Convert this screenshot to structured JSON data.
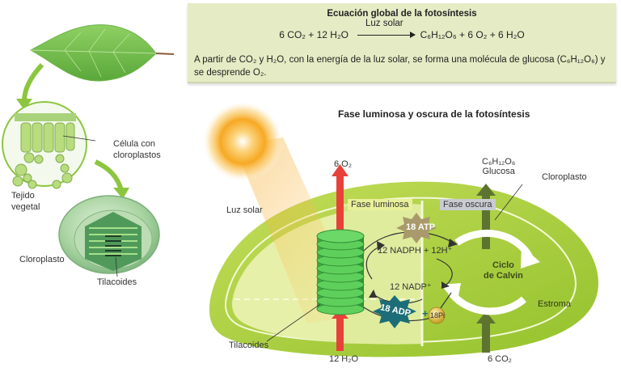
{
  "equation_box": {
    "title": "Ecuación global de la fotosíntesis",
    "reactants": "6 CO₂ + 12 H₂O",
    "arrow_label": "Luz solar",
    "products": "C₆H₁₂O₆ + 6 O₂ + 6 H₂O",
    "description_line1": "A partir de CO₂ y H₂O, con la energía de la luz solar, se forma una molécula de glucosa (C₆H₁₂O₆) y",
    "description_line2": "se desprende O₂.",
    "background_color": "#e5ecc5"
  },
  "left_panel": {
    "labels": {
      "cell": "Célula con",
      "cell2": "cloroplastos",
      "tissue": "Tejido",
      "tissue2": "vegetal",
      "chloroplast": "Cloroplasto",
      "thylakoids": "Tilacoides"
    }
  },
  "main_diagram": {
    "title": "Fase luminosa y oscura de la fotosíntesis",
    "labels": {
      "sunlight": "Luz solar",
      "oxygen_out": "6 O₂",
      "water_in": "12 H₂O",
      "glucose_formula": "C₆H₁₂O₆",
      "glucose": "Glucosa",
      "co2_in": "6 CO₂",
      "chloroplast": "Cloroplasto",
      "light_phase": "Fase luminosa",
      "dark_phase": "Fase oscura",
      "atp": "18 ATP",
      "adp": "18 ADP",
      "pi": "18Pi",
      "plus": "+",
      "nadph": "12 NADPH + 12H⁺",
      "nadp": "12 NADP⁺",
      "calvin1": "Ciclo",
      "calvin2": "de Calvin",
      "stroma": "Estroma",
      "thylakoids": "Tilacoides"
    },
    "colors": {
      "chloroplast_outer": "#a9cc3c",
      "chloroplast_inner": "#d6e88a",
      "light_phase_area": "#e6f0a8",
      "thylakoid": "#4cbb4c",
      "oxygen_arrow": "#e8413a",
      "glucose_arrow": "#5d7431",
      "atp_star": "#a89a6a",
      "adp_star": "#1c6d78",
      "pi_ball": "#d8b23a",
      "dark_phase_tag": "#c8ccd2",
      "light_phase_tag": "#e9f09a",
      "sun": "#f7a823"
    }
  }
}
